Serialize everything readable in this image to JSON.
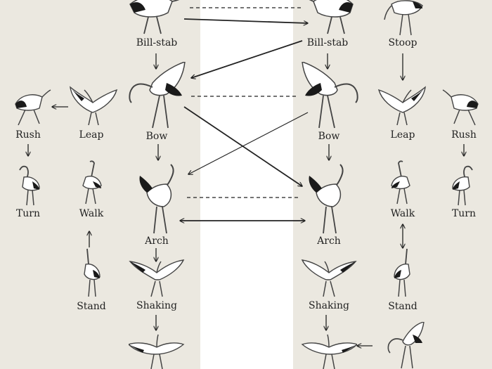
{
  "colors": {
    "background": "#ebe8e0",
    "center_band": "#ffffff",
    "crane_body": "#ffffff",
    "crane_outline": "#444444",
    "crane_dark": "#1a1a1a",
    "crane_crown": "#c0392b",
    "arrow": "#222222"
  },
  "left_cranes": {
    "bill_stab": "Bill-stab",
    "rush": "Rush",
    "leap": "Leap",
    "bow": "Bow",
    "turn": "Turn",
    "walk": "Walk",
    "arch": "Arch",
    "stand": "Stand",
    "shaking": "Shaking"
  },
  "right_cranes": {
    "bill_stab": "Bill-stab",
    "stoop": "Stoop",
    "bow": "Bow",
    "leap": "Leap",
    "rush": "Rush",
    "walk": "Walk",
    "turn": "Turn",
    "arch": "Arch",
    "shaking": "Shaking",
    "stand": "Stand"
  }
}
